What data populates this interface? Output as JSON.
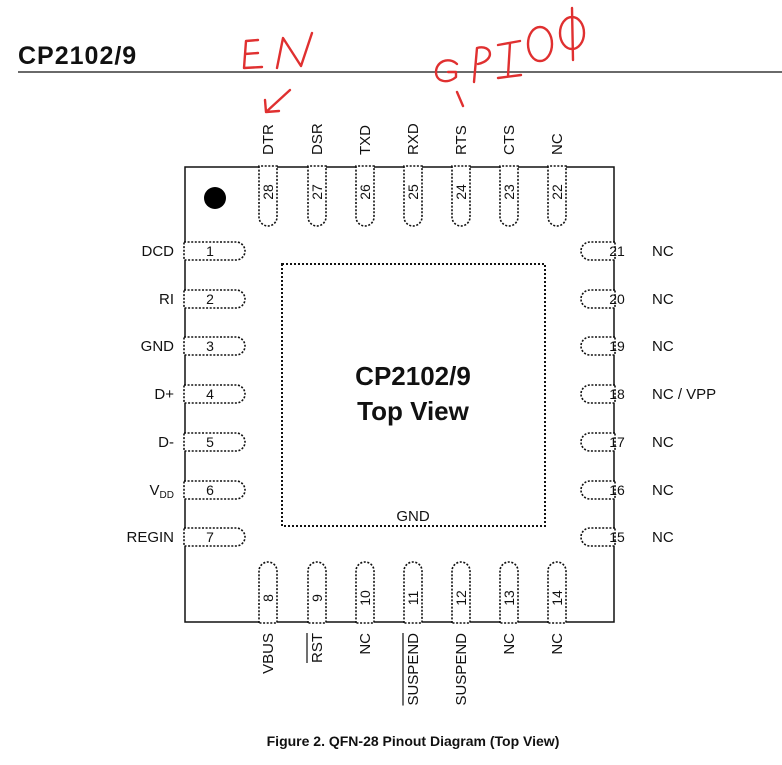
{
  "header": {
    "title": "CP2102/9"
  },
  "package": {
    "title_line1": "CP2102/9",
    "title_line2": "Top View",
    "epad_label": "GND"
  },
  "caption": "Figure 2. QFN-28 Pinout Diagram (Top View)",
  "annotations": {
    "en": "EN",
    "gpio": "GPIOΦ"
  },
  "colors": {
    "annotation": "#e03030",
    "ink": "#111111",
    "background": "#ffffff"
  },
  "pins": {
    "left": [
      {
        "num": "1",
        "label": "DCD"
      },
      {
        "num": "2",
        "label": "RI"
      },
      {
        "num": "3",
        "label": "GND"
      },
      {
        "num": "4",
        "label": "D+"
      },
      {
        "num": "5",
        "label": "D-"
      },
      {
        "num": "6",
        "label": "VDD",
        "label_main": "V",
        "label_sub": "DD"
      },
      {
        "num": "7",
        "label": "REGIN"
      }
    ],
    "bottom": [
      {
        "num": "8",
        "label": "VBUS"
      },
      {
        "num": "9",
        "label": "RST",
        "overline": true
      },
      {
        "num": "10",
        "label": "NC"
      },
      {
        "num": "11",
        "label": "SUSPEND",
        "overline": true
      },
      {
        "num": "12",
        "label": "SUSPEND"
      },
      {
        "num": "13",
        "label": "NC"
      },
      {
        "num": "14",
        "label": "NC"
      }
    ],
    "right": [
      {
        "num": "15",
        "label": "NC"
      },
      {
        "num": "16",
        "label": "NC"
      },
      {
        "num": "17",
        "label": "NC"
      },
      {
        "num": "18",
        "label": "NC / VPP"
      },
      {
        "num": "19",
        "label": "NC"
      },
      {
        "num": "20",
        "label": "NC"
      },
      {
        "num": "21",
        "label": "NC"
      }
    ],
    "top": [
      {
        "num": "22",
        "label": "NC"
      },
      {
        "num": "23",
        "label": "CTS"
      },
      {
        "num": "24",
        "label": "RTS"
      },
      {
        "num": "25",
        "label": "RXD"
      },
      {
        "num": "26",
        "label": "TXD"
      },
      {
        "num": "27",
        "label": "DSR"
      },
      {
        "num": "28",
        "label": "DTR"
      }
    ]
  }
}
